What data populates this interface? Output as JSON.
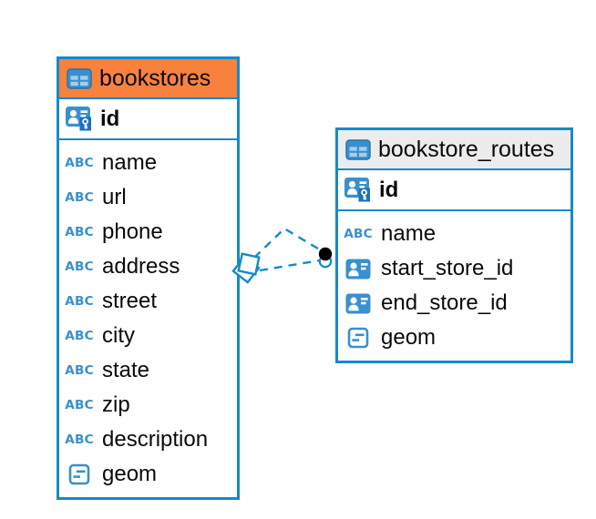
{
  "colors": {
    "accent_blue": "#1789ca",
    "icon_blue": "#3990cd",
    "icon_cell_blue": "#a6cdeb",
    "pk_key_overlay_blue": "#1a72c2",
    "bookstores_header_orange": "#f8813e",
    "routes_header_gray": "#ececec",
    "relationship_marker_black": "#000000",
    "text_color": "#0a0a0a"
  },
  "text_icon_label": "ABC",
  "tables": [
    {
      "title": "bookstores",
      "header_color": "#f8813e",
      "primary_key": {
        "name": "id",
        "icon": "primary-key-icon"
      },
      "columns": [
        {
          "name": "name",
          "icon": "text-icon"
        },
        {
          "name": "url",
          "icon": "text-icon"
        },
        {
          "name": "phone",
          "icon": "text-icon"
        },
        {
          "name": "address",
          "icon": "text-icon"
        },
        {
          "name": "street",
          "icon": "text-icon"
        },
        {
          "name": "city",
          "icon": "text-icon"
        },
        {
          "name": "state",
          "icon": "text-icon"
        },
        {
          "name": "zip",
          "icon": "text-icon"
        },
        {
          "name": "description",
          "icon": "text-icon"
        },
        {
          "name": "geom",
          "icon": "geometry-icon"
        }
      ]
    },
    {
      "title": "bookstore_routes",
      "header_color": "#ececec",
      "primary_key": {
        "name": "id",
        "icon": "primary-key-icon"
      },
      "columns": [
        {
          "name": "name",
          "icon": "text-icon"
        },
        {
          "name": "start_store_id",
          "icon": "foreign-key-icon"
        },
        {
          "name": "end_store_id",
          "icon": "foreign-key-icon"
        },
        {
          "name": "geom",
          "icon": "geometry-icon"
        }
      ]
    }
  ],
  "relationship": {
    "style": "dashed",
    "line_count": 2,
    "source_marker": "stacked-squares-marker",
    "target_marker": "filled-dot-marker"
  }
}
